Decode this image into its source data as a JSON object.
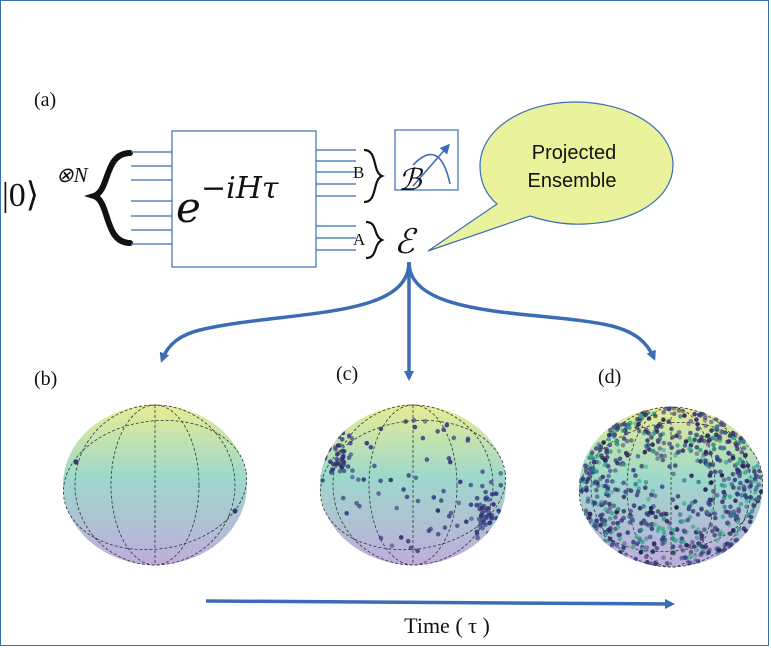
{
  "panel_labels": {
    "a": "(a)",
    "b": "(b)",
    "c": "(c)",
    "d": "(d)"
  },
  "initial_state": {
    "ket": "|0⟩",
    "power": "⊗N"
  },
  "unitary": {
    "base": "e",
    "exponent": "−iHτ"
  },
  "subsystems": {
    "b_label": "B",
    "a_label": "A",
    "b_script": "ℬ",
    "e_script": "ℰ"
  },
  "callout": {
    "line1": "Projected",
    "line2": "Ensemble"
  },
  "time_axis": {
    "label": "Time ( τ )"
  },
  "colors": {
    "accent": "#3b6db4",
    "callout_fill": "#eaf29c",
    "sphere_top": "#dfe88a",
    "sphere_mid": "#8fd0c4",
    "sphere_bottom": "#b4a2d6",
    "points_dark": "#2d2a66",
    "points_teal": "#2c8a8a"
  },
  "spheres": [
    {
      "panel": "b",
      "points": 2,
      "distribution": "sparse"
    },
    {
      "panel": "c",
      "points": 160,
      "distribution": "clustered"
    },
    {
      "panel": "d",
      "points": 700,
      "distribution": "uniform"
    }
  ]
}
